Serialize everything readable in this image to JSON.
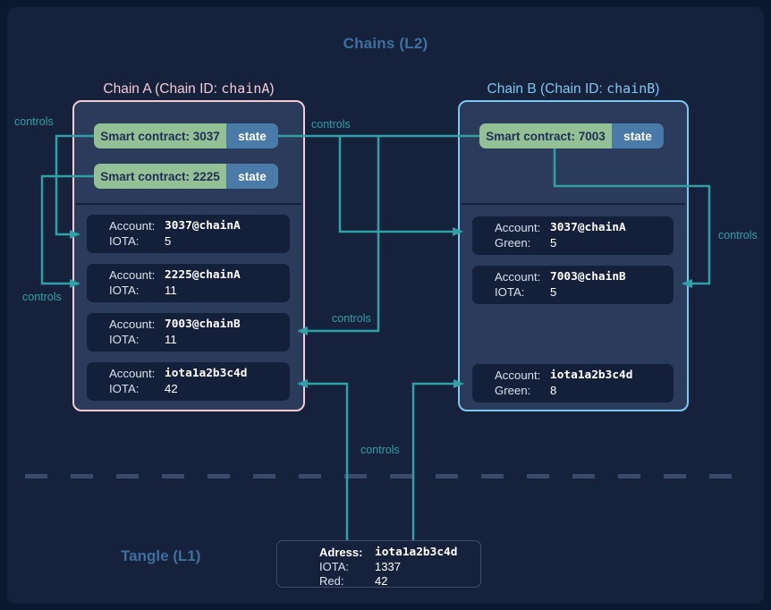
{
  "titles": {
    "l2": "Chains (L2)",
    "l1": "Tangle (L1)"
  },
  "labels": {
    "controls": "controls"
  },
  "chainA": {
    "title_prefix": "Chain A (Chain ID: ",
    "chain_id": "chainA",
    "title_suffix": ")",
    "contracts": [
      {
        "label": "Smart contract: 3037",
        "state_label": "state"
      },
      {
        "label": "Smart contract: 2225",
        "state_label": "state"
      }
    ],
    "accounts": [
      {
        "label1": "Account:",
        "value1": "3037@chainA",
        "label2": "IOTA:",
        "value2": "5"
      },
      {
        "label1": "Account:",
        "value1": "2225@chainA",
        "label2": "IOTA:",
        "value2": "11"
      },
      {
        "label1": "Account:",
        "value1": "7003@chainB",
        "label2": "IOTA:",
        "value2": "11"
      },
      {
        "label1": "Account:",
        "value1": "iota1a2b3c4d",
        "label2": "IOTA:",
        "value2": "42"
      }
    ]
  },
  "chainB": {
    "title_prefix": "Chain B (Chain ID: ",
    "chain_id": "chainB",
    "title_suffix": ")",
    "contracts": [
      {
        "label": "Smart contract: 7003",
        "state_label": "state"
      }
    ],
    "accounts": [
      {
        "label1": "Account:",
        "value1": "3037@chainA",
        "label2": "Green:",
        "value2": "5"
      },
      {
        "label1": "Account:",
        "value1": "7003@chainB",
        "label2": "IOTA:",
        "value2": "5"
      },
      {
        "label1": "Account:",
        "value1": "iota1a2b3c4d",
        "label2": "Green:",
        "value2": "8"
      }
    ]
  },
  "l1_box": {
    "rows": [
      {
        "label": "Adress:",
        "value": "iota1a2b3c4d"
      },
      {
        "label": "IOTA:",
        "value": "1337"
      },
      {
        "label": "Red:",
        "value": "42"
      }
    ]
  },
  "colors": {
    "background_outer": "#0c1830",
    "background": "#16223c",
    "panel": "#2b3b5c",
    "box": "#141f3a",
    "teal": "#2fa0a6",
    "pink": "#f4cad8",
    "light_blue": "#7cc7ef",
    "green": "#93c095",
    "green_text": "#1f2f55",
    "state_blue": "#4a7aa8",
    "heading_blue": "#3e6f9e",
    "text_light": "#d9e0ec",
    "dash": "#394a6a",
    "l1_box_border": "#3d4c6d"
  }
}
